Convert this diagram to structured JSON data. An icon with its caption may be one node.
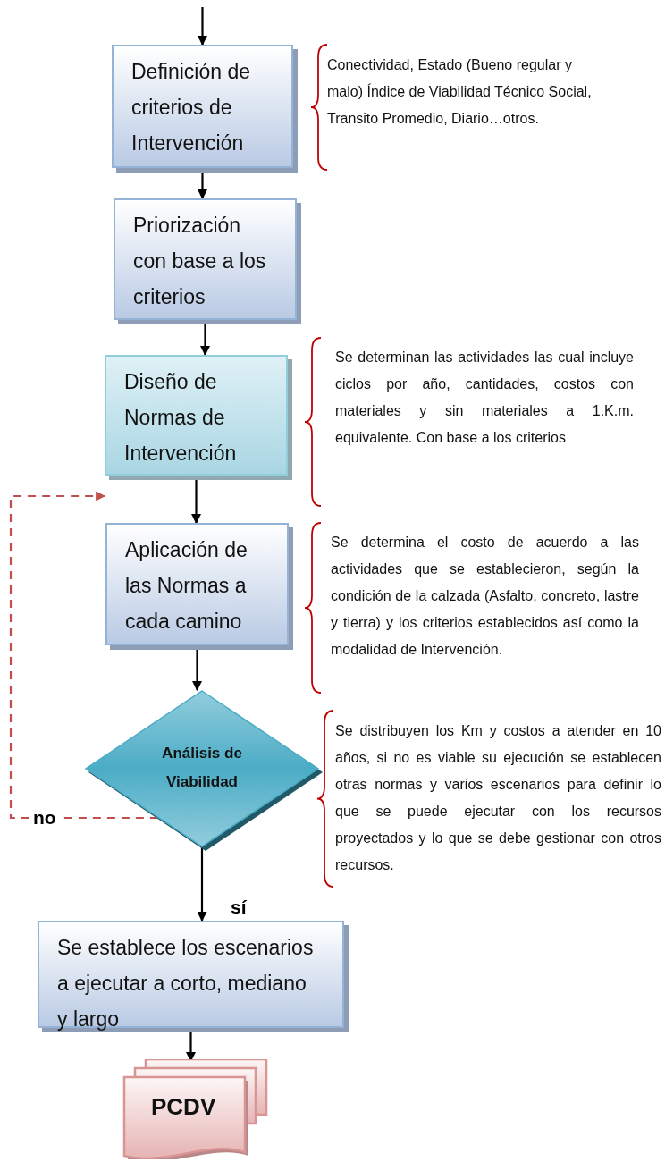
{
  "diagram": {
    "nodes": [
      {
        "text": [
          "Definición de criterios de Intervención"
        ],
        "beside": [
          "Conectividad, Estado (Bueno regular y malo) Índice de Viabilidad Técnico Social, Transito Promedio, Diario…otros."
        ]
      },
      {
        "text": [
          "Priorización con base a los criterios"
        ]
      },
      {
        "text": [
          "Diseño de Normas de Intervención"
        ],
        "beside": [
          "Se determinan las actividades las cual incluye ciclos por año, cantidades, costos con materiales y sin materiales a 1.K.m. equivalente. Con base a los criterios"
        ]
      },
      {
        "text": [
          "Aplicación de las Normas  a cada camino"
        ],
        "beside": [
          "Se determina el costo de acuerdo a las actividades que se establecieron, según la condición de la calzada (Asfalto, concreto, lastre y tierra) y los criterios establecidos así como la modalidad de Intervención."
        ]
      },
      {
        "text": [
          "Análisis de Viabilidad"
        ],
        "beside": [
          "Se distribuyen los Km y costos a atender en 10 años, si no es viable su ejecución se establecen otras normas y varios escenarios para definir lo que  se puede ejecutar con los recursos proyectados y lo que se debe gestionar con otros recursos."
        ]
      },
      {
        "text": [
          "Se establece los escenarios a ejecutar a corto, mediano y largo"
        ]
      },
      {
        "text": [
          "PCDV"
        ]
      }
    ],
    "edges": [
      {
        "from": null,
        "to": 0,
        "arrow": "to"
      },
      {
        "from": 0,
        "to": 1,
        "arrow": "to"
      },
      {
        "from": 1,
        "to": 2,
        "arrow": "to"
      },
      {
        "from": 2,
        "to": 3,
        "arrow": "to"
      },
      {
        "from": 3,
        "to": 4,
        "arrow": "to"
      },
      {
        "from": 4,
        "to": 5,
        "arrow": "to",
        "label": "sí"
      },
      {
        "from": 4,
        "to": 2,
        "arrow": "to",
        "label": "no",
        "style": "dashed",
        "color": "#c0504d"
      },
      {
        "from": 5,
        "to": 6,
        "arrow": "to"
      }
    ]
  }
}
